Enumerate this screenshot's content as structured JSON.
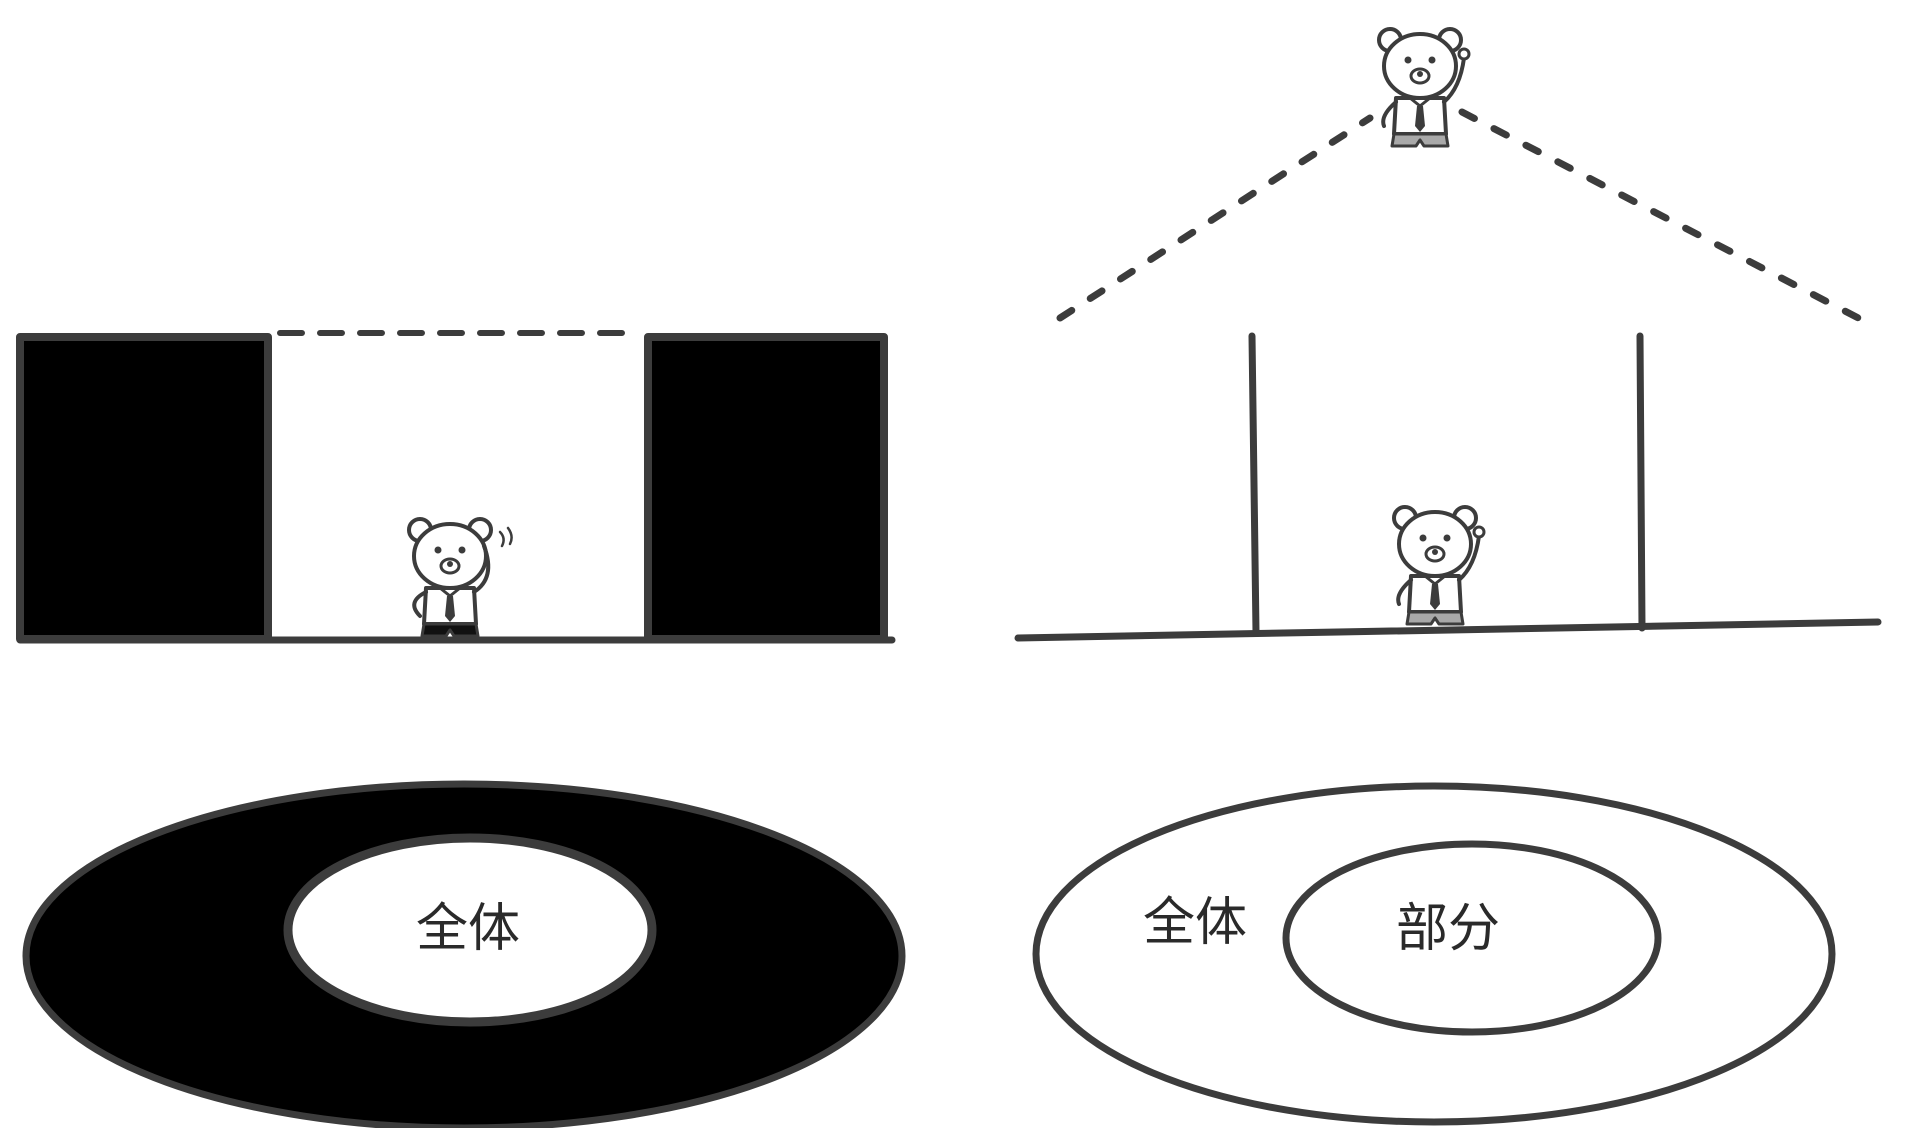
{
  "left_panel": {
    "ellipse_label": "全体"
  },
  "right_panel": {
    "outer_label": "全体",
    "inner_label": "部分"
  },
  "colors": {
    "ink": "#3c3c3c",
    "fill_dark": "#000000",
    "pants_gray": "#a9a9a9",
    "background": "#ffffff"
  }
}
